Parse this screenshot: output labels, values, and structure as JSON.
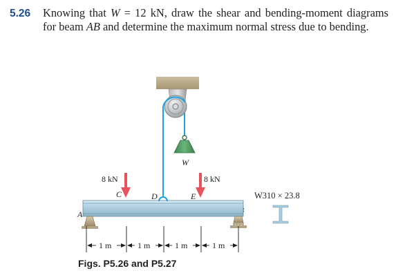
{
  "problem": {
    "number": "5.26",
    "text_parts": [
      "Knowing that ",
      "W",
      " = 12 kN, draw the shear and bending-moment diagrams for beam ",
      "AB",
      " and determine the maximum normal stress due to bending."
    ]
  },
  "figure": {
    "weight_label": "W",
    "load_left": "8 kN",
    "load_right": "8 kN",
    "point_a": "A",
    "point_b": "B",
    "point_c": "C",
    "point_d": "D",
    "point_e": "E",
    "section_label": "W310 × 23.8",
    "span_labels": [
      "1 m",
      "1 m",
      "1 m",
      "1 m"
    ]
  },
  "caption": "Figs. P5.26 and P5.27",
  "colors": {
    "problem_number": "#1f4e8c",
    "load_arrow": "#e8525a",
    "cable": "#1ea3df",
    "beam": "#a9ccdf",
    "weight": "#4e9a61",
    "support": "#9c8a6a"
  }
}
